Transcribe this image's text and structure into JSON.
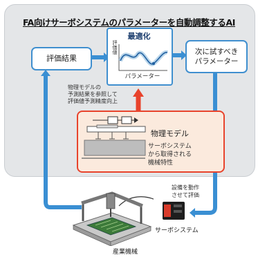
{
  "title": "FA向けサーボシステムのパラメーターを自動調整するAI",
  "boxes": {
    "evaluation": "評価結果",
    "next_param_1": "次に試すべき",
    "next_param_2": "パラメーター"
  },
  "optimizer": {
    "title": "最適化",
    "ylabel": "評価値",
    "xlabel": "パラメーター"
  },
  "annotation": [
    "物理モデルの",
    "予測結果を参照して",
    "評価値予測精度向上"
  ],
  "physical_model": {
    "label": "物理モデル",
    "desc": [
      "サーボシステム",
      "から取得される",
      "機械特性"
    ]
  },
  "labels": {
    "move_eval": [
      "設備を動作",
      "させて評価"
    ],
    "servo": "サーボシステム",
    "machine": "産業機械"
  },
  "colors": {
    "arrow_blue": "#3a8fd3",
    "accent_red": "#e8432c",
    "model_fill": "#fbeadd",
    "panel_grey": "#e4e6e8"
  }
}
